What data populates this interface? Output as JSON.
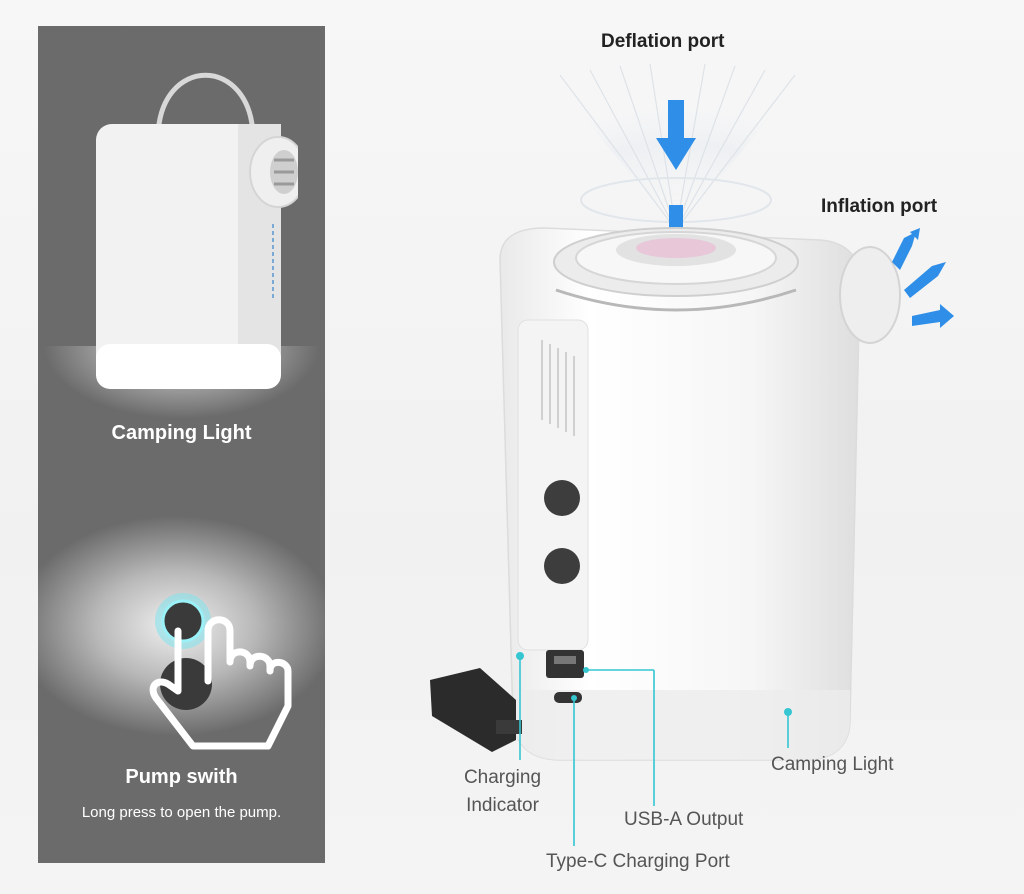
{
  "left_panel": {
    "camping_light_caption": "Camping Light",
    "pump_switch_title": "Pump swith",
    "pump_switch_desc": "Long press to open the pump."
  },
  "main": {
    "deflation_port": "Deflation port",
    "inflation_port": "Inflation port",
    "callouts": {
      "charging_indicator": "Charging Indicator",
      "usb_a_output": "USB-A Output",
      "type_c_port": "Type-C Charging Port",
      "camping_light": "Camping Light"
    }
  },
  "colors": {
    "panel_gray": "#6b6b6b",
    "arrow_blue": "#2e8ee8",
    "callout_cyan": "#35c6d2",
    "label_dark": "#222222",
    "label_gray": "#555555"
  }
}
